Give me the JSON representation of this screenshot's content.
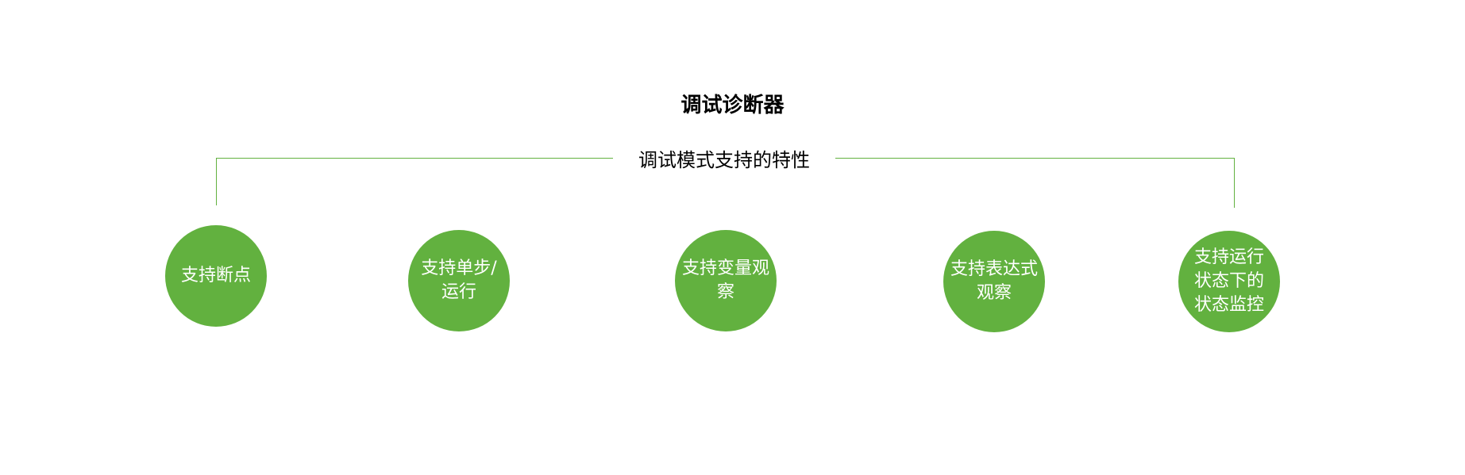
{
  "title": "调试诊断器",
  "subtitle": "调试模式支持的特性",
  "accent_color": "#62b13f",
  "features": [
    {
      "label": "支持断点"
    },
    {
      "label": "支持单步/运行"
    },
    {
      "label": "支持变量观察"
    },
    {
      "label": "支持表达式观察"
    },
    {
      "label": "支持运行状态下的状态监控"
    }
  ]
}
